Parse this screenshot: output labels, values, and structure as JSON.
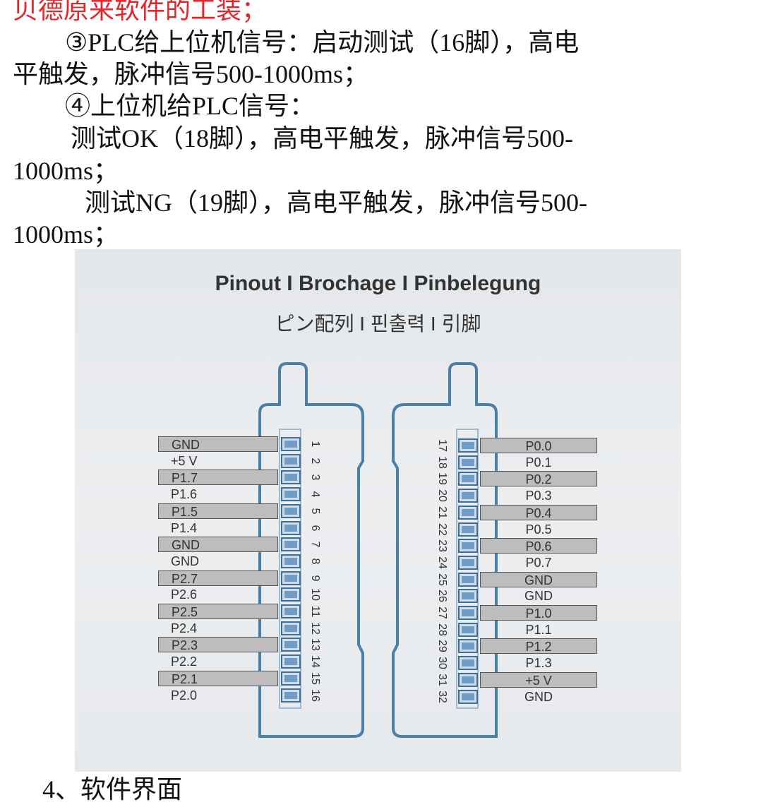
{
  "doc": {
    "lines": [
      "贝德原来软件的工装；",
      "③PLC给上位机信号：启动测试（16脚），高电",
      "平触发，脉冲信号500-1000ms；",
      "④上位机给PLC信号：",
      "测试OK（18脚），高电平触发，脉冲信号500-",
      "1000ms；",
      "测试NG（19脚），高电平触发，脉冲信号500-",
      "1000ms；"
    ],
    "section": "4、软件界面",
    "highlight_color": "#e3262a"
  },
  "pinout": {
    "title": "Pinout I Brochage I Pinbelegung",
    "subtitle": "ピン配列 I 핀출력 I 引脚",
    "left": [
      {
        "pin": "1",
        "label": "GND"
      },
      {
        "pin": "2",
        "label": "+5 V"
      },
      {
        "pin": "3",
        "label": "P1.7"
      },
      {
        "pin": "4",
        "label": "P1.6"
      },
      {
        "pin": "5",
        "label": "P1.5"
      },
      {
        "pin": "6",
        "label": "P1.4"
      },
      {
        "pin": "7",
        "label": "GND"
      },
      {
        "pin": "8",
        "label": "GND"
      },
      {
        "pin": "9",
        "label": "P2.7"
      },
      {
        "pin": "10",
        "label": "P2.6"
      },
      {
        "pin": "11",
        "label": "P2.5"
      },
      {
        "pin": "12",
        "label": "P2.4"
      },
      {
        "pin": "13",
        "label": "P2.3"
      },
      {
        "pin": "14",
        "label": "P2.2"
      },
      {
        "pin": "15",
        "label": "P2.1"
      },
      {
        "pin": "16",
        "label": "P2.0"
      }
    ],
    "right": [
      {
        "pin": "17",
        "label": "P0.0"
      },
      {
        "pin": "18",
        "label": "P0.1"
      },
      {
        "pin": "19",
        "label": "P0.2"
      },
      {
        "pin": "20",
        "label": "P0.3"
      },
      {
        "pin": "21",
        "label": "P0.4"
      },
      {
        "pin": "22",
        "label": "P0.5"
      },
      {
        "pin": "23",
        "label": "P0.6"
      },
      {
        "pin": "24",
        "label": "P0.7"
      },
      {
        "pin": "25",
        "label": "GND"
      },
      {
        "pin": "26",
        "label": "GND"
      },
      {
        "pin": "27",
        "label": "P1.0"
      },
      {
        "pin": "28",
        "label": "P1.1"
      },
      {
        "pin": "29",
        "label": "P1.2"
      },
      {
        "pin": "30",
        "label": "P1.3"
      },
      {
        "pin": "31",
        "label": "+5 V"
      },
      {
        "pin": "32",
        "label": "GND"
      }
    ]
  }
}
